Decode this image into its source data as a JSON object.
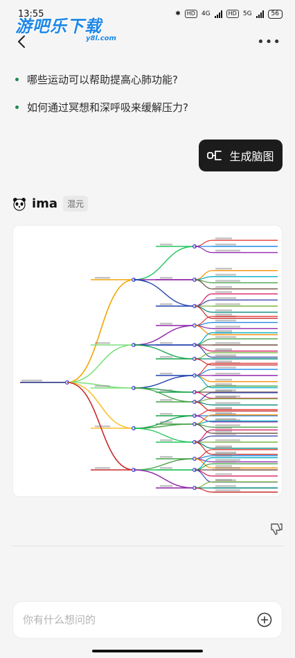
{
  "status": {
    "time": "13:55",
    "network_left": "4G",
    "network_right": "5G",
    "hd": "HD",
    "battery": "56"
  },
  "watermark": {
    "title": "游吧乐下载",
    "subtitle": "y8l.com"
  },
  "suggestions": [
    {
      "text": "哪些运动可以帮助提高心肺功能?"
    },
    {
      "text": "如何通过冥想和深呼吸来缓解压力?"
    }
  ],
  "mindmap_button": {
    "label": "生成脑图"
  },
  "assistant": {
    "name": "ima",
    "model": "混元"
  },
  "input": {
    "placeholder": "你有什么想问的"
  },
  "colors": {
    "accent": "#1f8a56",
    "button_bg": "#1c1c1c",
    "background": "#f5f5f5"
  }
}
